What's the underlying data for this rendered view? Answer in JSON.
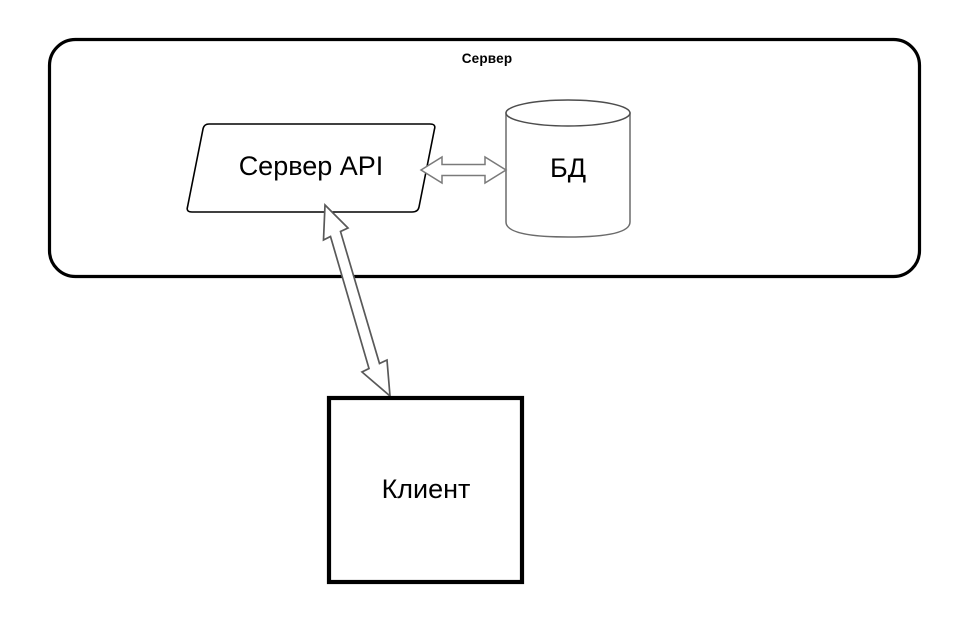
{
  "diagram": {
    "type": "architecture-diagram",
    "background_color": "#ffffff",
    "nodes": {
      "server_container": {
        "label": "Сервер",
        "shape": "rounded-rectangle",
        "stroke_color": "#000000",
        "fill_color": "#ffffff"
      },
      "server_api": {
        "label": "Сервер API",
        "shape": "parallelogram",
        "stroke_color": "#000000",
        "fill_color": "#ffffff"
      },
      "database": {
        "label": "БД",
        "shape": "cylinder",
        "stroke_color": "#595959",
        "fill_color": "#ffffff"
      },
      "client": {
        "label": "Клиент",
        "shape": "rectangle",
        "stroke_color": "#000000",
        "fill_color": "#ffffff"
      }
    },
    "connectors": {
      "api_to_db": {
        "style": "double-headed-block-arrow",
        "orientation": "horizontal",
        "stroke_color": "#808080",
        "fill_color": "#ffffff"
      },
      "api_to_client": {
        "style": "double-headed-block-arrow",
        "orientation": "diagonal",
        "stroke_color": "#595959",
        "fill_color": "#ffffff"
      }
    }
  }
}
